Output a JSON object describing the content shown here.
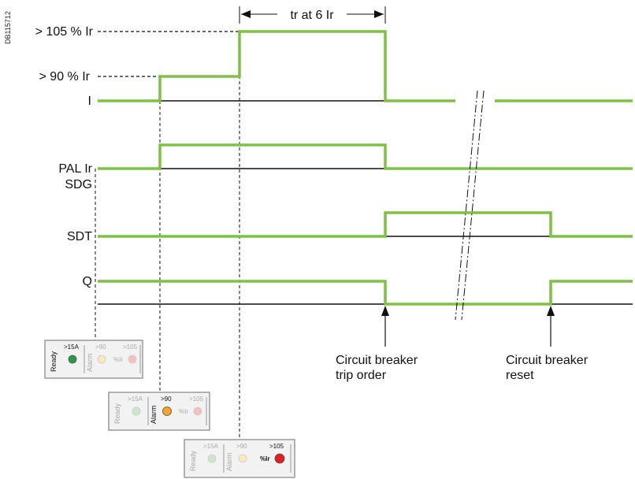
{
  "doc_id": "DB115712",
  "colors": {
    "signal": "#7dc242",
    "baseline": "#111111",
    "panel_bg": "#f2f2f2",
    "panel_border": "#9a9a9a"
  },
  "labels": {
    "level_105": "> 105 % Ir",
    "level_90": "> 90 % Ir",
    "current": "I",
    "pal": "PAL Ir",
    "sdg": "SDG",
    "sdt": "SDT",
    "q": "Q",
    "tr": "tr at 6 Ir"
  },
  "annotations": {
    "trip_line1": "Circuit breaker",
    "trip_line2": "trip order",
    "reset_line1": "Circuit breaker",
    "reset_line2": "reset"
  },
  "panel": {
    "ready": "Ready",
    "alarm": "Alarm",
    "ind_15": ">15A",
    "ind_90": ">90",
    "ind_105": ">105",
    "pct_ir": "%Ir"
  },
  "led_colors": {
    "green_on": "#2e9a45",
    "green_off": "#c8e8c8",
    "yellow_on": "#f5a623",
    "yellow_off": "#fbe8b8",
    "red_on": "#e02020",
    "red_off": "#f6c0c0"
  }
}
